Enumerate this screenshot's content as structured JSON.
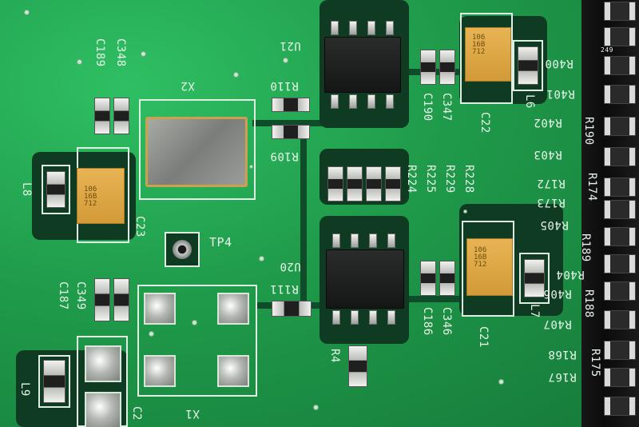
{
  "photo": {
    "subject": "green printed circuit board close-up",
    "colors": {
      "board": "#1f9a4a",
      "silkscreen": "#e9f4ea",
      "solder": "#c9ccc9",
      "ic_body": "#151616",
      "tantalum": "#d39a37",
      "crystal_rim": "#caa24e"
    },
    "labels": {
      "u21": "U21",
      "u20": "U20",
      "x2": "X2",
      "x1": "X1",
      "tp4": "TP4",
      "l8": "L8",
      "l9": "L9",
      "l6": "L6",
      "l7": "L7",
      "c189": "C189",
      "c348": "C348",
      "c187": "C187",
      "c349": "C349",
      "c23": "C23",
      "c22": "C22",
      "c21": "C21",
      "c2x": "C2",
      "c190": "C190",
      "c347": "C347",
      "c186": "C186",
      "c346": "C346",
      "r110": "R110",
      "r109": "R109",
      "r111": "R111",
      "r4": "R4",
      "r224": "R224",
      "r225": "R225",
      "r229": "R229",
      "r228": "R228",
      "r402": "R402",
      "r403": "R403",
      "r172": "R172",
      "r173": "R173",
      "r405": "R405",
      "r406": "R406",
      "r407": "R407",
      "r168": "R168",
      "r167": "R167",
      "r400": "R400",
      "r401": "R401",
      "r190": "R190",
      "r174": "R174",
      "r189": "R189",
      "r404": "R404",
      "r188": "R188",
      "r175": "R175"
    },
    "markings": {
      "tant_1": "106\n16B\n712",
      "tant_2": "106\n16B\n712",
      "tant_3": "106\n16B\n712",
      "chip_code": "249"
    }
  }
}
